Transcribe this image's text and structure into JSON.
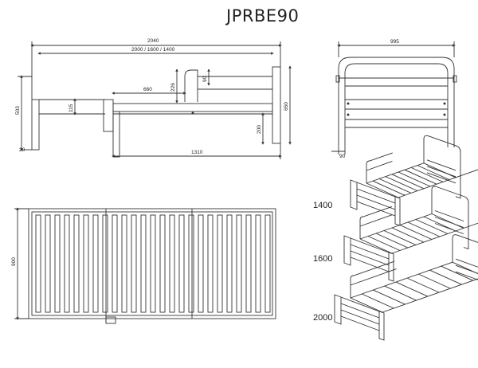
{
  "title": "JPRBE90",
  "side_view": {
    "dims": {
      "overall_length": "2040",
      "mattress_length": "2000 / 1600 / 1400",
      "headboard_height": "503",
      "leg_width": "20",
      "rail_height": "115",
      "guard_length": "660",
      "guard_height": "226",
      "guard_top": "90",
      "footboard_height": "650",
      "underbed_clearance": "200",
      "extension_length": "1310"
    }
  },
  "end_view": {
    "dims": {
      "width": "995",
      "post_width": "90"
    }
  },
  "top_view": {
    "dims": {
      "width": "900"
    },
    "slat_count": 25
  },
  "variants": [
    {
      "size": "1400"
    },
    {
      "size": "1600"
    },
    {
      "size": "2000"
    }
  ]
}
